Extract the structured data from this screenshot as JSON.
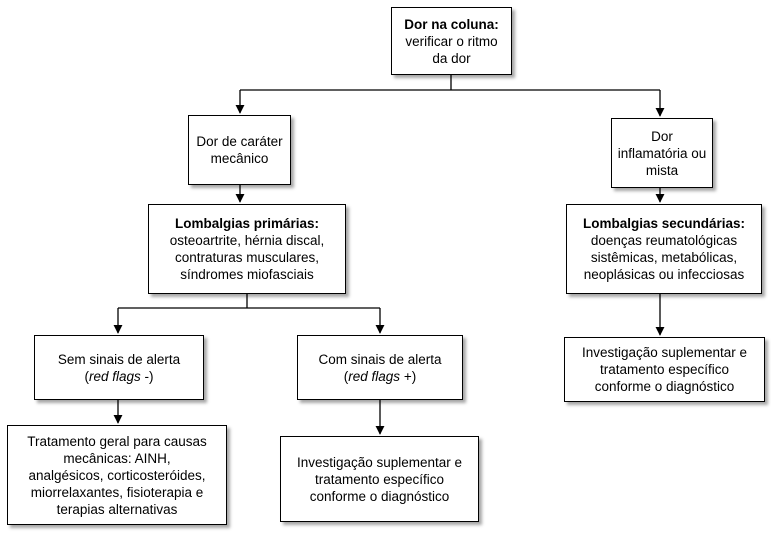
{
  "nodes": {
    "root": {
      "title": "Dor na coluna:",
      "line2": "verificar o ritmo",
      "line3": "da dor"
    },
    "mechanical": {
      "line1": "Dor de caráter",
      "line2": "mecânico"
    },
    "inflammatory": {
      "line1": "Dor",
      "line2": "inflamatória ou",
      "line3": "mista"
    },
    "primary": {
      "title": "Lombalgias primárias:",
      "line2": "osteoartrite, hérnia discal,",
      "line3": "contraturas musculares,",
      "line4": "síndromes miofasciais"
    },
    "secondary": {
      "title": "Lombalgias secundárias:",
      "line2": "doenças reumatológicas",
      "line3": "sistêmicas, metabólicas,",
      "line4": "neoplásicas ou infecciosas"
    },
    "no_flags": {
      "line1": "Sem sinais de alerta",
      "paren_open": "(",
      "italic": "red flags",
      "suffix": " -)"
    },
    "with_flags": {
      "line1": "Com sinais de alerta",
      "paren_open": "(",
      "italic": "red flags",
      "suffix": " +)"
    },
    "treatment": {
      "line1": "Tratamento geral para causas",
      "line2": "mecânicas: AINH,",
      "line3": "analgésicos, corticosteróides,",
      "line4": "miorrelaxantes, fisioterapia e",
      "line5": "terapias alternativas"
    },
    "investigation_mid": {
      "line1": "Investigação suplementar e",
      "line2": "tratamento específico",
      "line3": "conforme o diagnóstico"
    },
    "investigation_right": {
      "line1": "Investigação suplementar e",
      "line2": "tratamento específico",
      "line3": "conforme o diagnóstico"
    }
  },
  "style": {
    "line_color": "#000000",
    "box_fill": "#ffffff"
  }
}
